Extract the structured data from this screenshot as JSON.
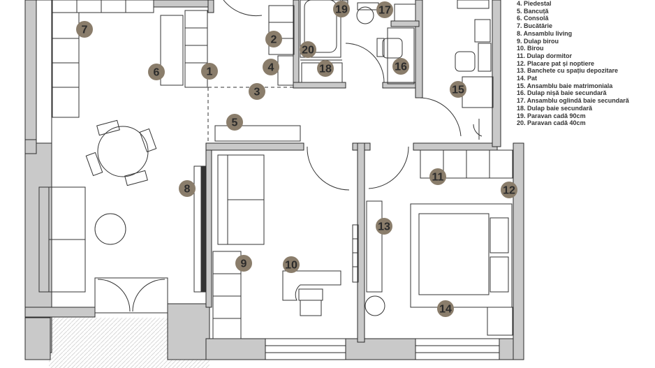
{
  "markers": [
    {
      "num": "1",
      "label": "",
      "name": "marker-1"
    },
    {
      "num": "2",
      "label": "",
      "name": "marker-2"
    },
    {
      "num": "3",
      "label": "",
      "name": "marker-3"
    },
    {
      "num": "4",
      "label": "Piedestal",
      "name": "marker-4"
    },
    {
      "num": "5",
      "label": "Bancuță",
      "name": "marker-5"
    },
    {
      "num": "6",
      "label": "Consolă",
      "name": "marker-6"
    },
    {
      "num": "7",
      "label": "Bucătărie",
      "name": "marker-7"
    },
    {
      "num": "8",
      "label": "Ansamblu living",
      "name": "marker-8"
    },
    {
      "num": "9",
      "label": "Dulap birou",
      "name": "marker-9"
    },
    {
      "num": "10",
      "label": "Birou",
      "name": "marker-10"
    },
    {
      "num": "11",
      "label": "Dulap dormitor",
      "name": "marker-11"
    },
    {
      "num": "12",
      "label": "Placare pat și noptiere",
      "name": "marker-12"
    },
    {
      "num": "13",
      "label": "Banchete cu spațiu depozitare",
      "name": "marker-13"
    },
    {
      "num": "14",
      "label": "Pat",
      "name": "marker-14"
    },
    {
      "num": "15",
      "label": "Ansamblu baie matrimoniala",
      "name": "marker-15"
    },
    {
      "num": "16",
      "label": "Dulap nișă baie secundară",
      "name": "marker-16"
    },
    {
      "num": "17",
      "label": "Ansamblu oglindă baie secundară",
      "name": "marker-17"
    },
    {
      "num": "18",
      "label": "Dulap baie secundară",
      "name": "marker-18"
    },
    {
      "num": "19",
      "label": "Paravan cadă 90cm",
      "name": "marker-19"
    },
    {
      "num": "20",
      "label": "Paravan cadă 40cm",
      "name": "marker-20"
    }
  ],
  "legend": [
    "4. Piedestal",
    "5. Bancuță",
    "6. Consolă",
    "7. Bucătărie",
    "8. Ansamblu living",
    "9. Dulap birou",
    "10. Birou",
    "11. Dulap dormitor",
    "12. Placare pat și noptiere",
    "13. Banchete cu spațiu depozitare",
    "14. Pat",
    "15. Ansamblu baie matrimoniala",
    "16. Dulap nișă baie secundară",
    "17. Ansamblu oglindă baie secundară",
    "18. Dulap baie secundară",
    "19. Paravan cadă 90cm",
    "20. Paravan cadă 40cm"
  ],
  "colors": {
    "wall": "#c9c9c9",
    "wall_edge": "#2a2a2a",
    "marker": "#8a7d6b",
    "marker_text": "#2b2b2b",
    "furniture_line": "#333333"
  }
}
